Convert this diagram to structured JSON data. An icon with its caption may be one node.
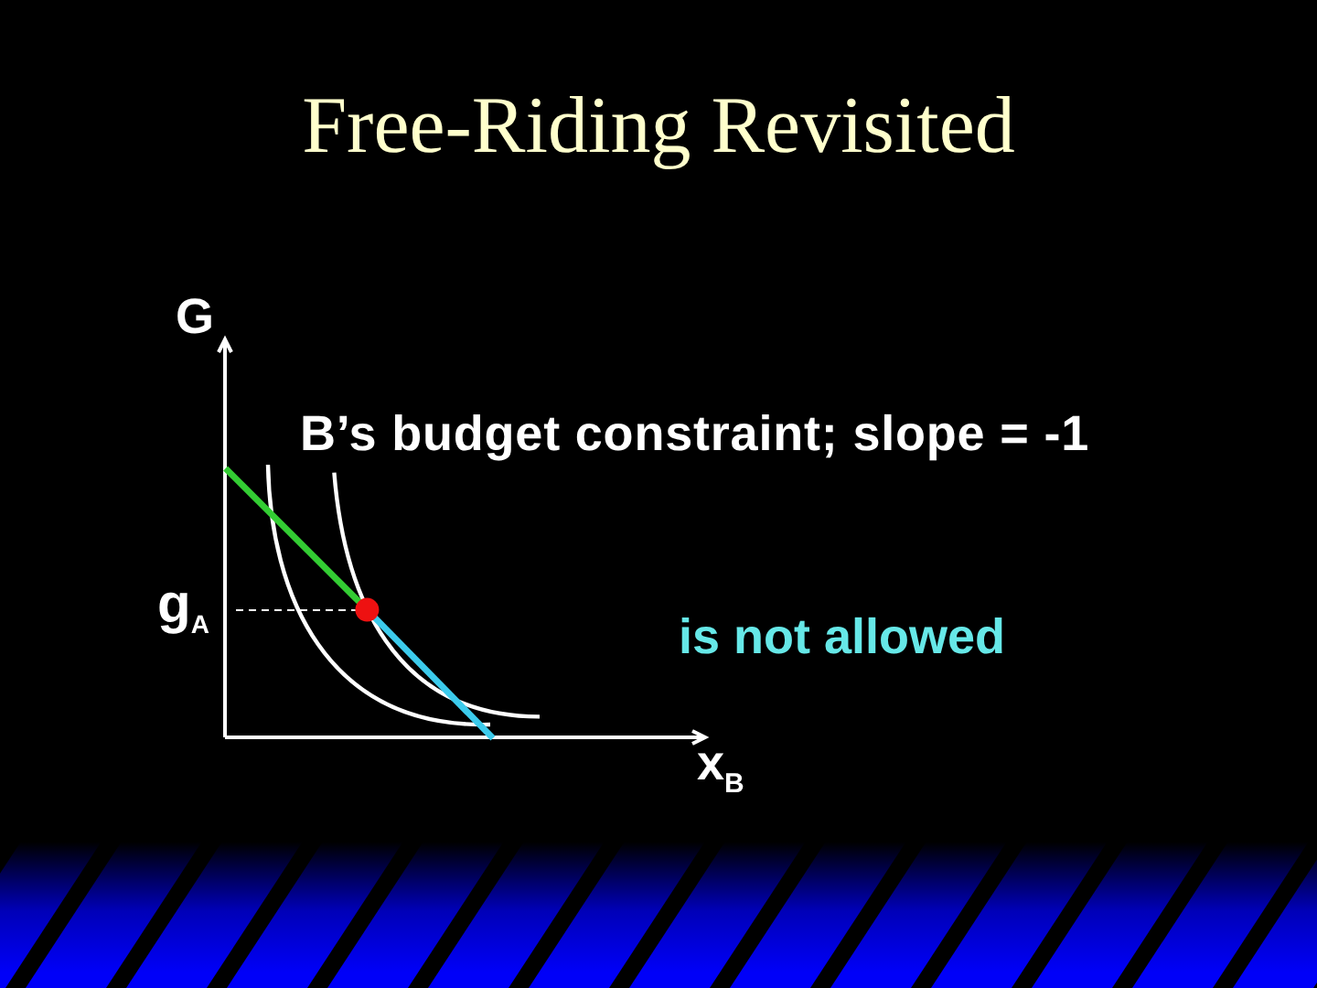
{
  "diagram": {
    "title": "Free-Riding Revisited",
    "labels": [
      "G",
      "B’s budget constraint; slope = -1",
      "g$_{A}$",
      "is not allowed",
      "x$_{B}$"
    ]
  }
}
